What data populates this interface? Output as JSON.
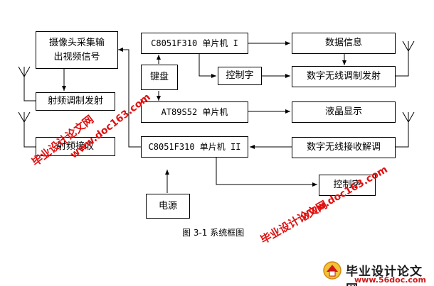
{
  "blocks": {
    "camera": "摄像头采集输出视频信号",
    "rf_mod": "射频调制发射",
    "rf_rx": "射频接收",
    "mcu1": "C8051F310 单片机 I",
    "keyboard": "键盘",
    "ctrl1": "控制字",
    "at89": "AT89S52 单片机",
    "mcu2": "C8051F310 单片机 II",
    "power": "电源",
    "data_info": "数据信息",
    "dw_mod": "数字无线调制发射",
    "lcd": "液晶显示",
    "dw_demod": "数字无线接收解调",
    "ctrl2": "控制字"
  },
  "caption": "图 3-1 系统框图",
  "watermarks": {
    "cn": "毕业设计论文网",
    "url": "www.doc163.com"
  },
  "logo": {
    "title": "毕业设计论文网",
    "url": "www.56doc.com"
  },
  "colors": {
    "watermark": "#e01010",
    "line": "#000000"
  }
}
